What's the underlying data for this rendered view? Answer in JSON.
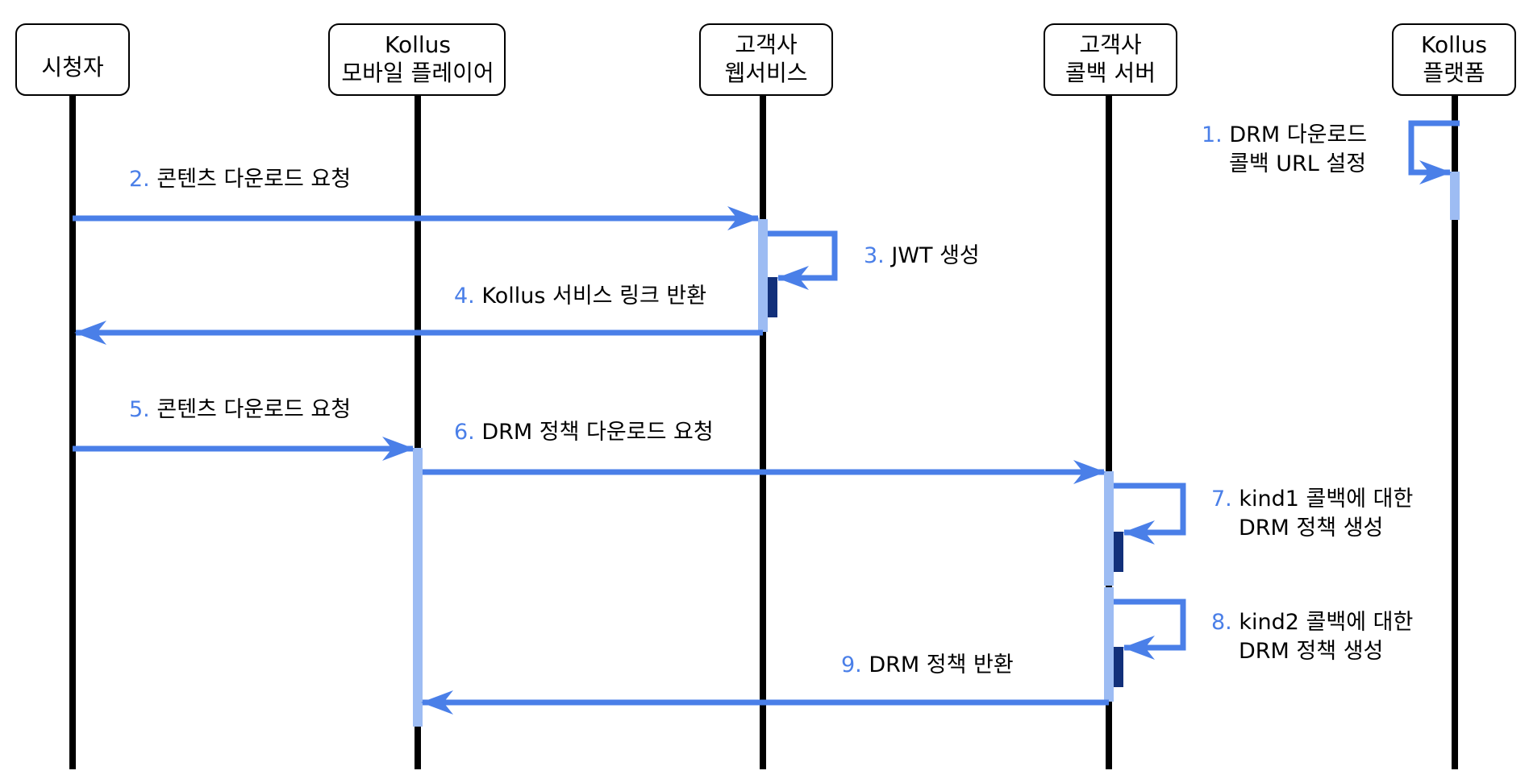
{
  "participants": [
    {
      "id": "viewer",
      "lines": [
        "시청자"
      ]
    },
    {
      "id": "player",
      "lines": [
        "Kollus",
        "모바일 플레이어"
      ]
    },
    {
      "id": "web",
      "lines": [
        "고객사",
        "웹서비스"
      ]
    },
    {
      "id": "callback",
      "lines": [
        "고객사",
        "콜백 서버"
      ]
    },
    {
      "id": "platform",
      "lines": [
        "Kollus",
        "플랫폼"
      ]
    }
  ],
  "messages": [
    {
      "num": "1.",
      "lines": [
        "DRM 다운로드",
        "콜백 URL 설정"
      ]
    },
    {
      "num": "2.",
      "lines": [
        "콘텐츠 다운로드 요청"
      ]
    },
    {
      "num": "3.",
      "lines": [
        "JWT 생성"
      ]
    },
    {
      "num": "4.",
      "lines": [
        "Kollus 서비스 링크 반환"
      ]
    },
    {
      "num": "5.",
      "lines": [
        "콘텐츠 다운로드 요청"
      ]
    },
    {
      "num": "6.",
      "lines": [
        "DRM 정책 다운로드 요청"
      ]
    },
    {
      "num": "7.",
      "lines": [
        "kind1 콜백에 대한",
        "DRM 정책 생성"
      ]
    },
    {
      "num": "8.",
      "lines": [
        "kind2 콜백에 대한",
        "DRM 정책 생성"
      ]
    },
    {
      "num": "9.",
      "lines": [
        "DRM 정책 반환"
      ]
    }
  ],
  "colors": {
    "arrow": "#4a7fe8",
    "activation_light": "#9dbcf3",
    "activation_dark": "#12307a",
    "lifeline": "#000000",
    "number": "#4a7fe8"
  }
}
